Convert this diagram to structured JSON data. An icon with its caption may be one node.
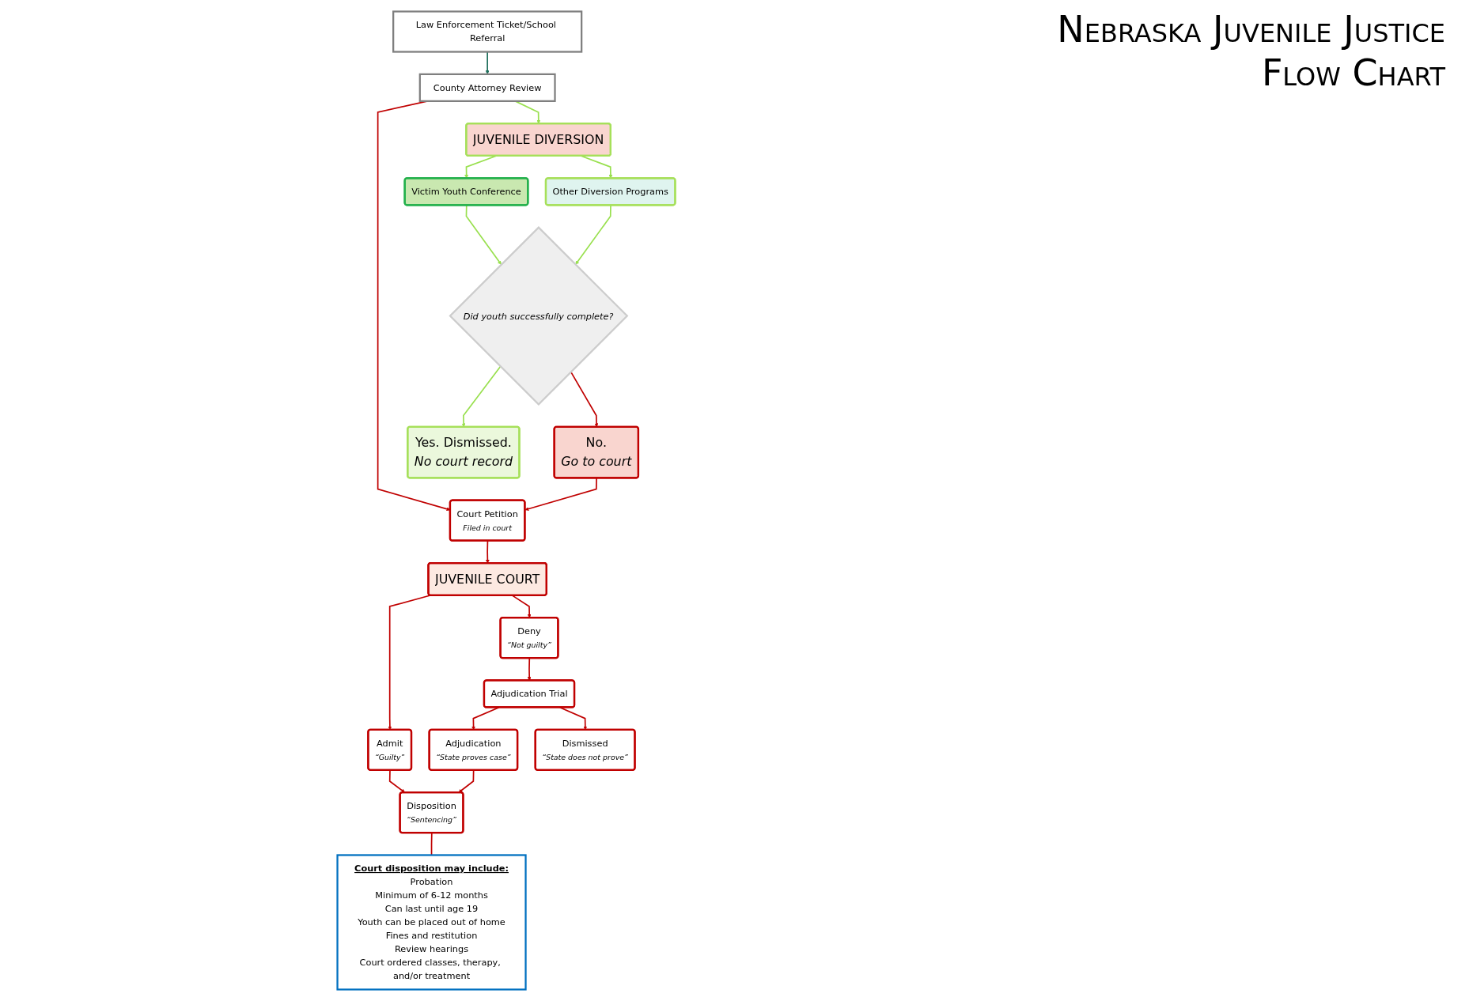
{
  "diagram": {
    "title": "Nebraska Juvenile Justice Flow Chart",
    "nodes": [
      {
        "text": [
          "Law Enforcement Ticket/School Referral"
        ]
      },
      {
        "text": [
          "County Attorney Review"
        ]
      },
      {
        "text": [
          "JUVENILE DIVERSION"
        ]
      },
      {
        "text": [
          "Court Petition",
          "Filed in court"
        ]
      },
      {
        "text": [
          "JUVENILE COURT"
        ]
      },
      {
        "text": [
          "Victim Youth Conference"
        ]
      },
      {
        "text": [
          "Other Diversion Programs"
        ]
      },
      {
        "text": [
          "Admit",
          "“Guilty”"
        ]
      },
      {
        "text": [
          "Deny",
          "“Not guilty”"
        ]
      },
      {
        "text": [
          "Adjudication Trial"
        ]
      },
      {
        "text": [
          "Did youth successfully complete?"
        ]
      },
      {
        "text": [
          "No.",
          "Go to court"
        ]
      },
      {
        "text": [
          "Adjudication",
          "“State proves case”"
        ]
      },
      {
        "text": [
          "Dismissed",
          "“State does not prove”"
        ]
      },
      {
        "text": [
          "Disposition",
          "“Sentencing”"
        ]
      },
      {
        "text": [
          "Court disposition may include:",
          "Probation",
          "Minimum of 6-12 months",
          "Can last until age 19",
          "Youth can be placed out of home",
          "Fines and restitution",
          "Review hearings",
          "Court ordered classes, therapy, and/or treatment"
        ]
      },
      {
        "text": [
          "Yes. Dismissed.",
          "No court record"
        ]
      }
    ],
    "edges": [
      {
        "from": 0,
        "to": 1,
        "arrow": "to",
        "color": "#1f6f5c"
      },
      {
        "from": 1,
        "to": 2,
        "arrow": "to",
        "color": "#99e04f"
      },
      {
        "from": 1,
        "to": 3,
        "arrow": "to"
      },
      {
        "from": 3,
        "to": 4,
        "arrow": "to"
      },
      {
        "from": 2,
        "to": 5,
        "arrow": "to",
        "color": "#99e04f"
      },
      {
        "from": 2,
        "to": 6,
        "arrow": "to",
        "color": "#99e04f"
      },
      {
        "from": 5,
        "to": 10,
        "arrow": "to",
        "color": "#99e04f"
      },
      {
        "from": 6,
        "to": 10,
        "arrow": "to",
        "color": "#99e04f"
      },
      {
        "from": 10,
        "to": 16,
        "arrow": "to",
        "color": "#99e04f"
      },
      {
        "from": 10,
        "to": 11,
        "arrow": "to"
      },
      {
        "from": 11,
        "to": 3,
        "arrow": "to"
      },
      {
        "from": 4,
        "to": 7,
        "arrow": "to"
      },
      {
        "from": 4,
        "to": 8,
        "arrow": "to"
      },
      {
        "from": 8,
        "to": 9,
        "arrow": "to"
      },
      {
        "from": 9,
        "to": 12,
        "arrow": "to"
      },
      {
        "from": 9,
        "to": 13,
        "arrow": "to"
      },
      {
        "from": 7,
        "to": 14,
        "arrow": "to"
      },
      {
        "from": 12,
        "to": 14,
        "arrow": "to"
      },
      {
        "from": 14,
        "to": 15,
        "arrow": "none"
      }
    ]
  }
}
